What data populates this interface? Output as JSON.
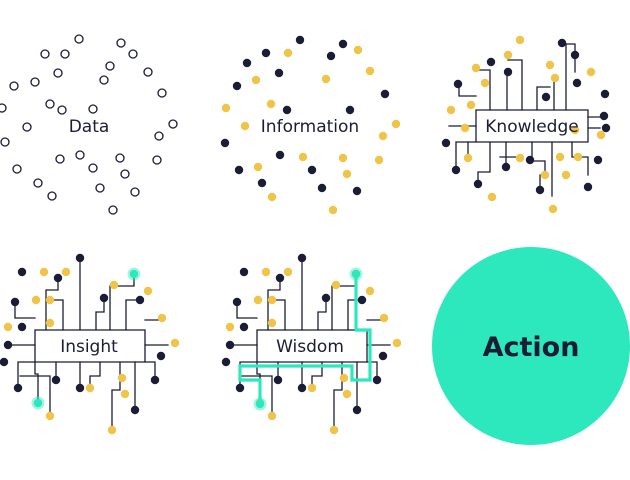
{
  "panels": {
    "data": {
      "label": "Data"
    },
    "information": {
      "label": "Information"
    },
    "knowledge": {
      "label": "Knowledge"
    },
    "insight": {
      "label": "Insight"
    },
    "wisdom": {
      "label": "Wisdom"
    },
    "action": {
      "label": "Action"
    }
  },
  "colors": {
    "dark": "#1b1c36",
    "yellow": "#f0c449",
    "teal": "#2ee8bd",
    "white": "#ffffff"
  }
}
